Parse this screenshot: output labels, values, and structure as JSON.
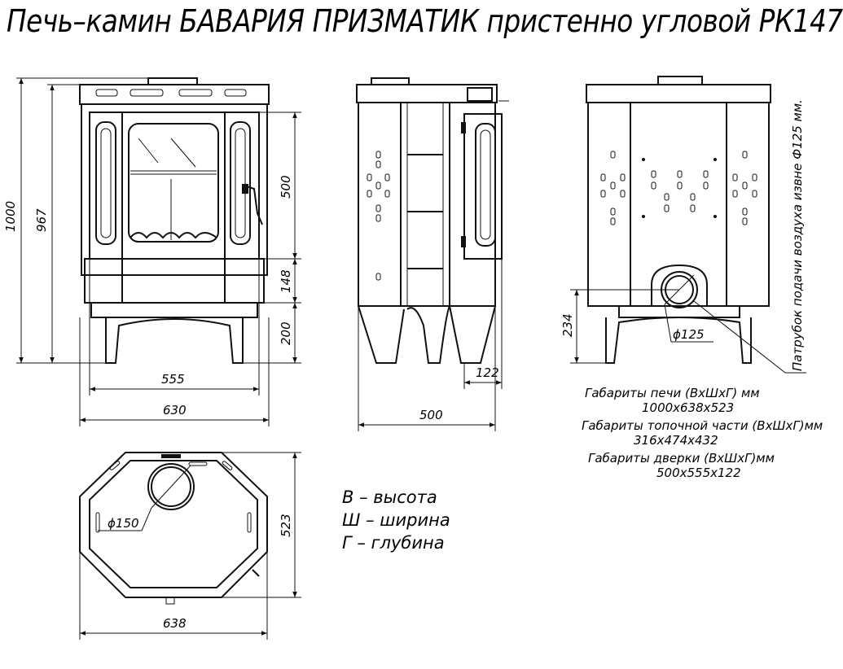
{
  "title": "Печь–камин БАВАРИЯ ПРИЗМАТИК пристенно угловой РК147",
  "front_view": {
    "dim_total_height": "1000",
    "dim_body_height": "967",
    "dim_door_height": "500",
    "dim_gap": "148",
    "dim_legs": "200",
    "dim_inner_width": "555",
    "dim_outer_width": "630"
  },
  "side_view": {
    "dim_door_depth": "122",
    "dim_depth": "500"
  },
  "rear_view": {
    "dim_pipe_height": "234",
    "dim_pipe_diameter": "ϕ125",
    "pipe_note": "Патрубок подачи воздуха извне Ф125 мм."
  },
  "top_view": {
    "dim_flue_diameter": "ϕ150",
    "dim_depth": "523",
    "dim_width": "638"
  },
  "specs": [
    {
      "label": "Габариты печи (ВхШхГ) мм",
      "value": "1000х638х523"
    },
    {
      "label": "Габариты топочной части (ВхШхГ)мм",
      "value": "316х474х432"
    },
    {
      "label": "Габариты дверки (ВхШхГ)мм",
      "value": "500х555х122"
    }
  ],
  "legend": [
    "В – высота",
    "Ш – ширина",
    "Г – глубина"
  ]
}
